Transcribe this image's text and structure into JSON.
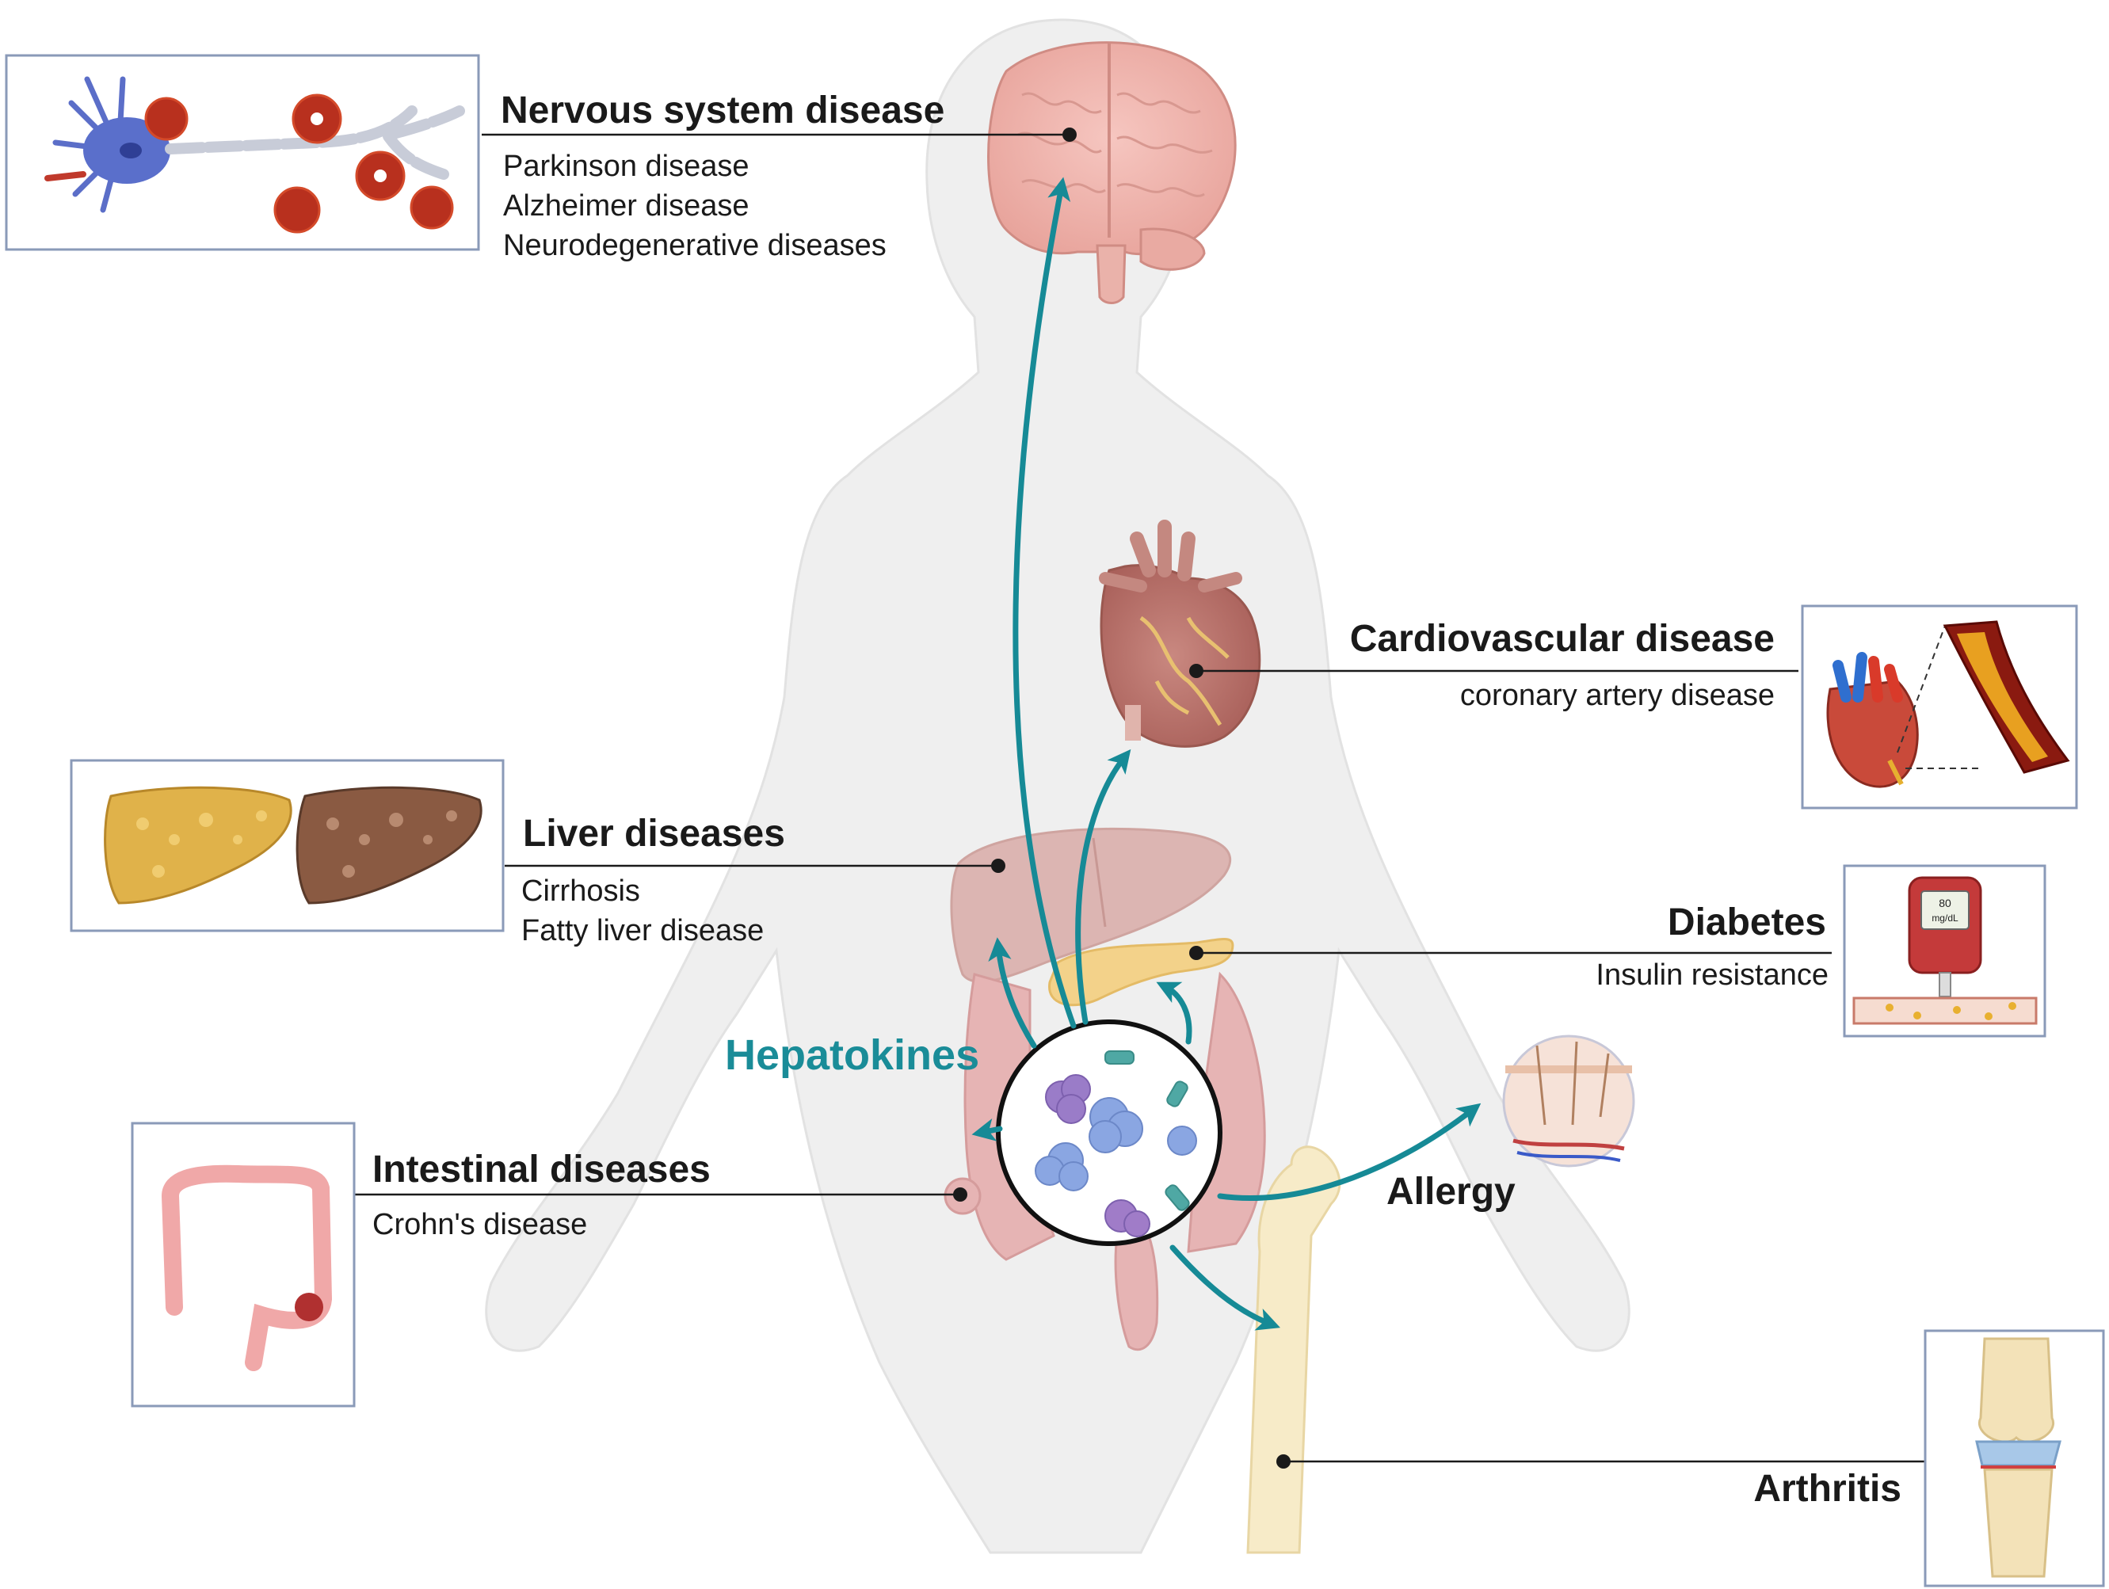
{
  "colors": {
    "arrow": "#168a96",
    "hepatokines_label": "#1a8c98",
    "body_silhouette": "#eeeeee",
    "box_border": "#8a9ab8",
    "text": "#1a1a1a"
  },
  "center": {
    "label": "Hepatokines"
  },
  "diseases": {
    "nervous": {
      "title": "Nervous system disease",
      "items": [
        "Parkinson disease",
        "Alzheimer disease",
        "Neurodegenerative diseases"
      ],
      "icon": "neuron-with-plaques-icon"
    },
    "cardio": {
      "title": "Cardiovascular disease",
      "items": [
        "coronary artery disease"
      ],
      "icon": "heart-artery-plaque-icon"
    },
    "liver": {
      "title": "Liver diseases",
      "items": [
        "Cirrhosis",
        "Fatty liver disease"
      ],
      "icon": "fatty-cirrhotic-liver-icon"
    },
    "diabetes": {
      "title": "Diabetes",
      "items": [
        "Insulin resistance"
      ],
      "icon": "glucose-meter-icon",
      "meter_value": "80",
      "meter_unit": "mg/dL"
    },
    "intestinal": {
      "title": "Intestinal diseases",
      "items": [
        "Crohn's disease"
      ],
      "icon": "colon-tumor-icon"
    },
    "allergy": {
      "title": "Allergy",
      "icon": "skin-section-icon"
    },
    "arthritis": {
      "title": "Arthritis",
      "icon": "knee-joint-icon"
    }
  }
}
